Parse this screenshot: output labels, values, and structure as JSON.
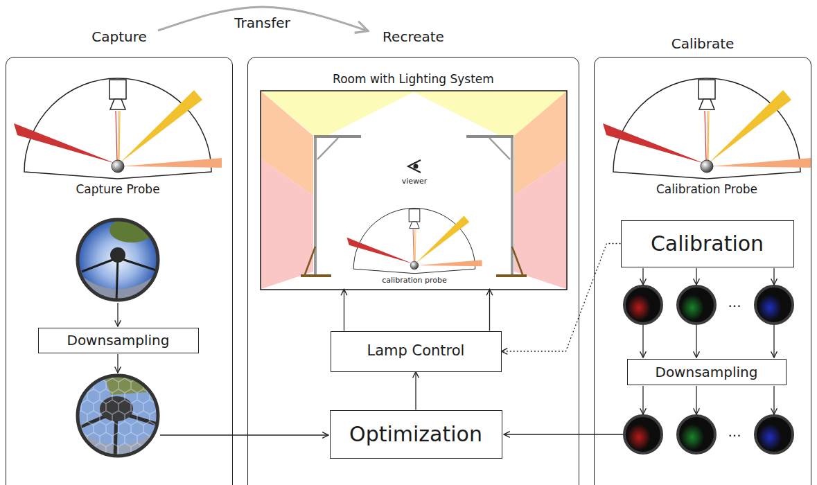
{
  "diagram": {
    "nodes": [
      {
        "text": [
          "Capture"
        ]
      },
      {
        "text": [
          "Downsampling"
        ],
        "in": 0
      },
      {
        "text": [
          "Recreate"
        ]
      },
      {
        "text": [
          "Room with Lighting System"
        ],
        "in": 2
      },
      {
        "text": [
          "Lamp Control"
        ],
        "in": 2
      },
      {
        "text": [
          "Optimization"
        ],
        "in": 2
      },
      {
        "text": [
          "Calibrate"
        ]
      },
      {
        "text": [
          "Calibration"
        ],
        "in": 6
      },
      {
        "text": [
          "Downsampling"
        ],
        "in": 6
      }
    ],
    "edges": [
      {
        "from": 0,
        "to": 2,
        "arrow": "to",
        "label": "Transfer"
      },
      {
        "from": 5,
        "to": 4,
        "arrow": "to"
      },
      {
        "from": 4,
        "to": 3,
        "arrow": "to"
      },
      {
        "from": 4,
        "to": 3,
        "arrow": "to"
      },
      {
        "from": 7,
        "to": 4,
        "arrow": "to"
      }
    ],
    "labels": [
      "Capture Probe",
      "viewer",
      "calibration probe",
      "Calibration Probe",
      "...",
      "..."
    ]
  }
}
